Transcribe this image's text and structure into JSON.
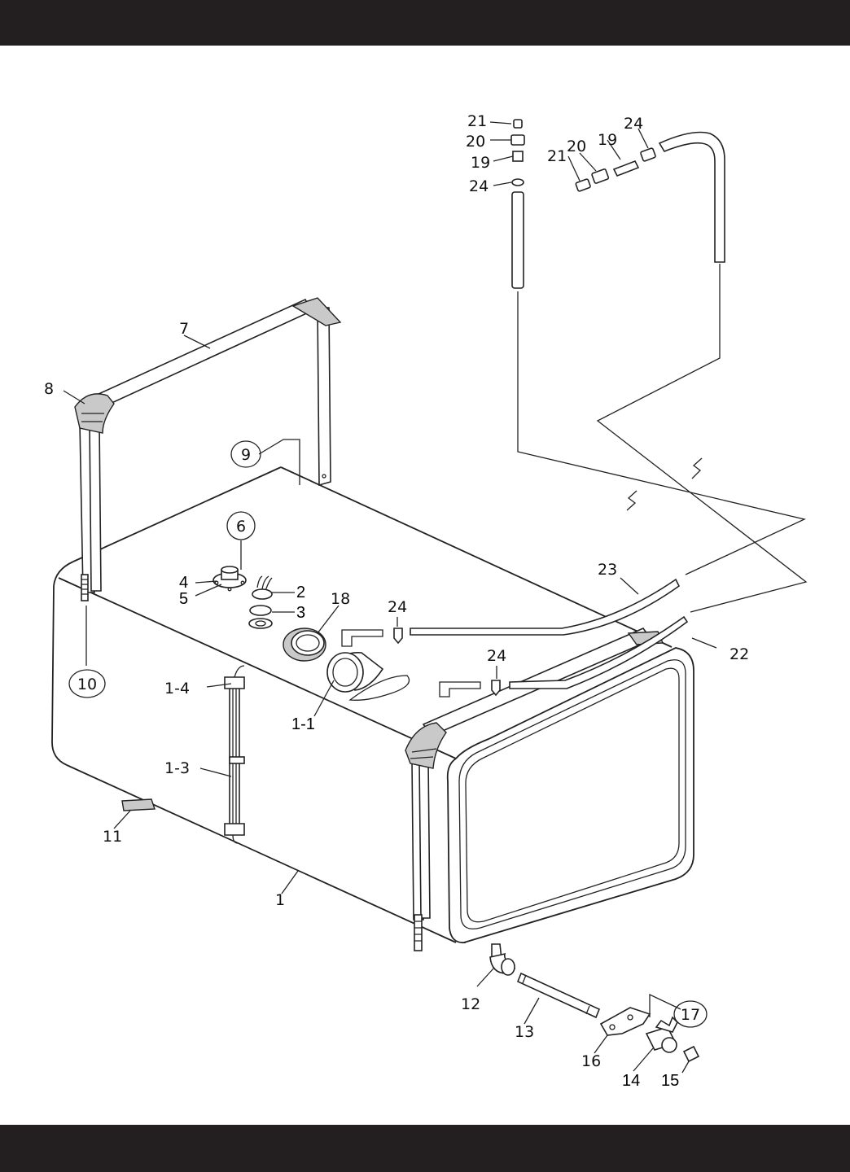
{
  "labels": {
    "l1": "1",
    "l1_1": "1-1",
    "l1_3": "1-3",
    "l1_4": "1-4",
    "l2": "2",
    "l3": "3",
    "l4": "4",
    "l5": "5",
    "l6": "6",
    "l7": "7",
    "l8": "8",
    "l9": "9",
    "l10": "10",
    "l11": "11",
    "l12": "12",
    "l13": "13",
    "l14": "14",
    "l15": "15",
    "l16": "16",
    "l17": "17",
    "l18": "18",
    "l19a": "19",
    "l19b": "19",
    "l20a": "20",
    "l20b": "20",
    "l21a": "21",
    "l21b": "21",
    "l22": "22",
    "l23": "23",
    "l24a": "24",
    "l24b": "24",
    "l24c": "24",
    "l24d": "24"
  }
}
